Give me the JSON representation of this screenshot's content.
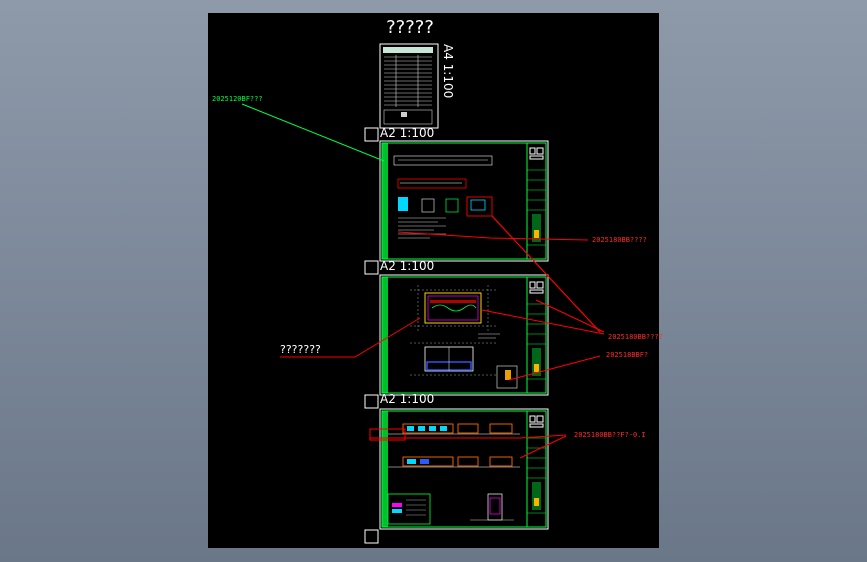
{
  "drawing": {
    "title": "?????",
    "sheet_a4_label": "A4 1:100",
    "sheet_labels": [
      "A2 1:100",
      "A2 1:100",
      "A2 1:100"
    ],
    "annotations": {
      "green_note": "2025120BF???",
      "red_note_1": "2025180BB????",
      "red_note_2": "2025180BB????",
      "red_note_3": "202518BBF?",
      "red_note_4": "2025180BB??F?-0.I",
      "white_note": "???????"
    }
  },
  "colors": {
    "background": "#7d8a9b",
    "canvas": "#000000",
    "frame": "#00ff3c",
    "leader_green": "#00ff3c",
    "leader_red": "#ff0000",
    "label": "#ffffff"
  }
}
